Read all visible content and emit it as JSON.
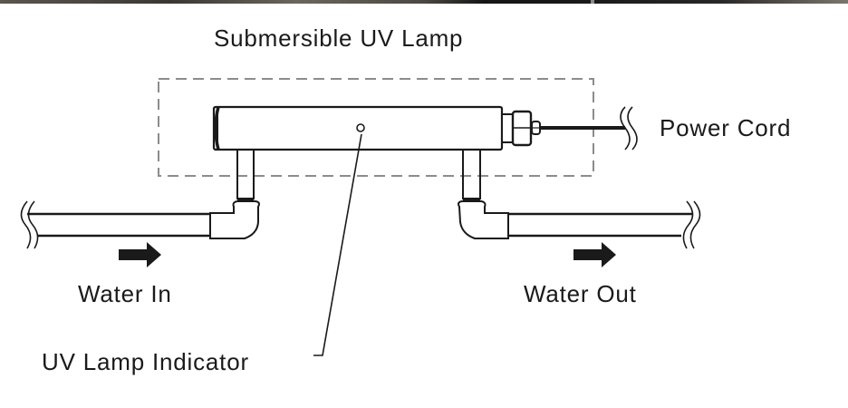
{
  "diagram": {
    "title": "Submersible UV Lamp",
    "labels": {
      "power_cord": "Power Cord",
      "water_in": "Water In",
      "water_out": "Water Out",
      "uv_lamp_indicator": "UV Lamp Indicator"
    },
    "components": [
      {
        "id": "uv-lamp",
        "name": "Submersible UV Lamp",
        "enclosed_by": "dashed-boundary"
      },
      {
        "id": "indicator",
        "name": "UV Lamp Indicator",
        "part_of": "uv-lamp"
      },
      {
        "id": "power-cord",
        "name": "Power Cord",
        "connects_to": "uv-lamp"
      },
      {
        "id": "inlet-pipe",
        "name": "Water In",
        "flow_direction": "right"
      },
      {
        "id": "outlet-pipe",
        "name": "Water Out",
        "flow_direction": "right"
      }
    ],
    "colors": {
      "line": "#1a1a1a",
      "dashed_boundary": "#8c8c8c",
      "background": "#ffffff"
    }
  }
}
